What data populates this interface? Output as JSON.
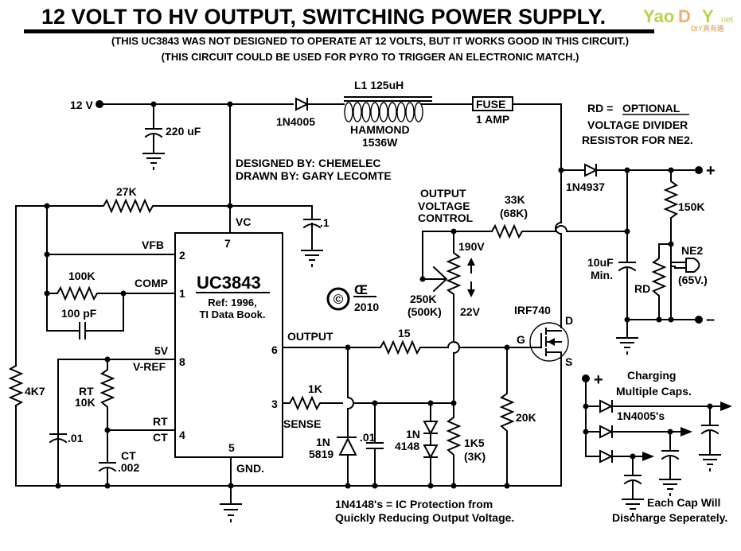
{
  "header": {
    "title": "12 VOLT TO HV OUTPUT,  SWITCHING POWER SUPPLY.",
    "note1": "(THIS UC3843 WAS NOT DESIGNED TO OPERATE AT 12 VOLTS, BUT IT WORKS GOOD IN THIS CIRCUIT.)",
    "note2": "(THIS CIRCUIT COULD BE USED FOR PYRO TO TRIGGER AN ELECTRONIC MATCH.)"
  },
  "watermark": {
    "part1": "Yao",
    "part2": "D",
    "part3": "Y",
    "suffix": ".net",
    "tagline": "DIY真有趣"
  },
  "credits": {
    "designed": "DESIGNED BY: CHEMELEC",
    "drawn": "DRAWN BY: GARY LECOMTE",
    "copyright_symbol": "©",
    "logo": "Œ",
    "year": "2010"
  },
  "power": {
    "input_label": "12 V",
    "input_cap": "220 uF",
    "diode": "1N4005",
    "inductor_name": "L1   125uH",
    "inductor_make": "HAMMOND",
    "inductor_part": "1536W",
    "fuse": "FUSE",
    "fuse_rating": "1 AMP",
    "bypass_cap": ".1",
    "vc_label": "VC"
  },
  "ic": {
    "name": "UC3843",
    "ref1": "Ref: 1996,",
    "ref2": "TI Data Book.",
    "pins": {
      "p1": "1",
      "p2": "2",
      "p3": "3",
      "p4": "4",
      "p5": "5",
      "p6": "6",
      "p7": "7",
      "p8": "8"
    },
    "pin_labels": {
      "vfb": "VFB",
      "comp": "COMP",
      "five_v": "5V",
      "vref": "V-REF",
      "rt": "RT",
      "ct": "CT",
      "gnd": "GND.",
      "output": "OUTPUT",
      "sense": "SENSE"
    }
  },
  "components": {
    "r27k": "27K",
    "r100k": "100K",
    "c100pf": "100 pF",
    "r4k7": "4K7",
    "c01a": ".01",
    "rt_label": "RT",
    "rt_value": "10K",
    "ct_label": "CT",
    "ct_value": ".002",
    "r15": "15",
    "r1k": "1K",
    "d5819_a": "1N",
    "d5819_b": "5819",
    "c01b": ".01",
    "d4148_a": "1N",
    "d4148_b": "4148",
    "r1k5_a": "1K5",
    "r1k5_b": "(3K)",
    "r20k": "20K",
    "pot_a": "250K",
    "pot_b": "(500K)",
    "pot_max": "190V",
    "pot_min": "22V",
    "ovc1": "OUTPUT",
    "ovc2": "VOLTAGE",
    "ovc3": "CONTROL",
    "r33k_a": "33K",
    "r33k_b": "(68K)",
    "mosfet": "IRF740",
    "gate": "G",
    "drain": "D",
    "source": "S",
    "d4937": "1N4937",
    "c10uf_a": "10uF",
    "c10uf_b": "Min.",
    "r150k": "150K",
    "rd": "RD",
    "ne2": "NE2",
    "ne2_v": "(65V.)",
    "plus": "+",
    "minus": "–"
  },
  "notes": {
    "rd_line1_a": "RD = ",
    "rd_line1_b": "OPTIONAL",
    "rd_line2": "VOLTAGE DIVIDER",
    "rd_line3": "RESISTOR  FOR NE2.",
    "protection1": "1N4148's = IC Protection from",
    "protection2": "Quickly Reducing Output Voltage."
  },
  "inset": {
    "plus": "+",
    "title1": "Charging",
    "title2": "Multiple Caps.",
    "diodes": "1N4005's",
    "note1": "Each Cap Will",
    "note2": "Discharge Seperately."
  }
}
